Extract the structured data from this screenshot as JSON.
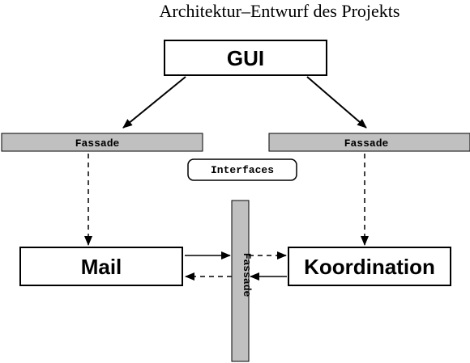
{
  "title": "Architektur–Entwurf des Projekts",
  "nodes": {
    "gui": "GUI",
    "mail": "Mail",
    "koordination": "Koordination"
  },
  "facades": {
    "left": "Fassade",
    "right": "Fassade",
    "vertical": "Fassade"
  },
  "interfaces_label": "Interfaces",
  "colors": {
    "facade_fill": "#c0c0c0",
    "stroke": "#000000",
    "box_fill": "#ffffff"
  }
}
